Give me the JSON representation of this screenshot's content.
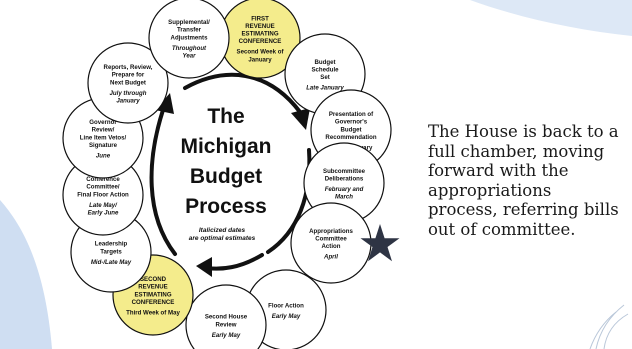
{
  "diagram": {
    "title_lines": [
      "The",
      "Michigan",
      "Budget",
      "Process"
    ],
    "note_lines": [
      "Italicized dates",
      "are optimal estimates"
    ],
    "highlight_color": "#f4ec8c",
    "star_color": "#2e3444",
    "background_accent": "#cfdef2",
    "steps": [
      {
        "lines": [
          "FIRST",
          "REVENUE",
          "ESTIMATING",
          "CONFERENCE"
        ],
        "date": "Second Week of",
        "date2": "January",
        "highlight": true
      },
      {
        "lines": [
          "Budget",
          "Schedule",
          "Set"
        ],
        "date": "Late January",
        "italic": true
      },
      {
        "lines": [
          "Presentation of",
          "Governor's",
          "Budget",
          "Recommendation"
        ],
        "date": "Early February",
        "italic": false
      },
      {
        "lines": [
          "Subcommittee",
          "Deliberations"
        ],
        "date": "February and",
        "date2": "March",
        "italic": true
      },
      {
        "lines": [
          "Appropriations",
          "Committee",
          "Action"
        ],
        "date": "April",
        "italic": true,
        "starred": true
      },
      {
        "lines": [
          "Floor Action"
        ],
        "date": "Early May",
        "italic": true
      },
      {
        "lines": [
          "Second House",
          "Review"
        ],
        "date": "Early May",
        "italic": true
      },
      {
        "lines": [
          "SECOND",
          "REVENUE",
          "ESTIMATING",
          "CONFERENCE"
        ],
        "date": "Third Week of May",
        "highlight": true
      },
      {
        "lines": [
          "Leadership",
          "Targets"
        ],
        "date": "Mid-/Late May",
        "italic": true
      },
      {
        "lines": [
          "Conference",
          "Committee/",
          "Final Floor Action"
        ],
        "date": "Late May/",
        "date2": "Early June",
        "italic": true
      },
      {
        "lines": [
          "Governor",
          "Review/",
          "Line Item Vetos/",
          "Signature"
        ],
        "date": "June",
        "italic": true
      },
      {
        "lines": [
          "Reports, Review,",
          "Prepare for",
          "Next Budget"
        ],
        "date": "July through",
        "date2": "January",
        "italic": true
      },
      {
        "lines": [
          "Supplemental/",
          "Transfer",
          "Adjustments"
        ],
        "date": "Throughout",
        "date2": "Year",
        "italic": true
      }
    ]
  },
  "side_text": {
    "lines": [
      "The House is back to a",
      "full chamber, moving",
      "forward with the",
      "appropriations",
      "process, referring bills",
      "out of committee."
    ]
  }
}
